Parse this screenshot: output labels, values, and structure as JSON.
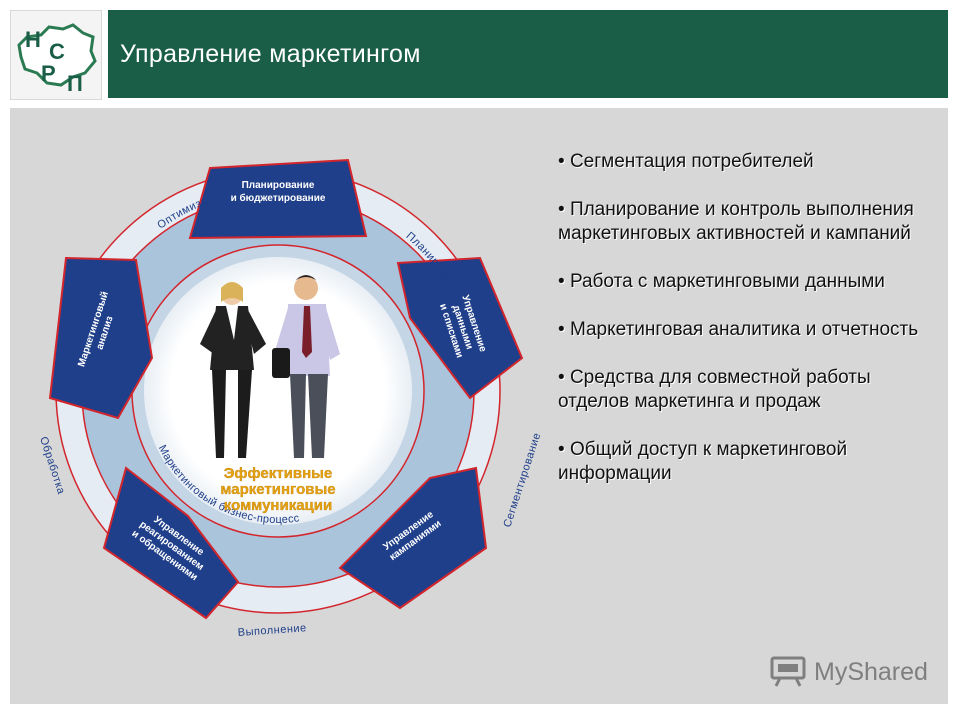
{
  "header": {
    "title": "Управление маркетингом",
    "logo_letters": [
      "Н",
      "С",
      "Р",
      "П"
    ],
    "color": "#1a5e47"
  },
  "diagram": {
    "center_text": [
      "Эффективные",
      "маркетинговые",
      "коммуникации"
    ],
    "inner_ring_label": "Маркетинговый бизнес-процесс",
    "segments": [
      {
        "label": [
          "Планирование",
          "и бюджетирование"
        ]
      },
      {
        "label": [
          "Управление",
          "данными",
          "и списками"
        ]
      },
      {
        "label": [
          "Управление",
          "кампаниями"
        ]
      },
      {
        "label": [
          "Управление",
          "реагированием",
          "и обращениями"
        ]
      },
      {
        "label": [
          "Маркетинговый",
          "анализ"
        ]
      }
    ],
    "outer_ring_labels": [
      "Оптимизация",
      "Планирование",
      "Сегментирование",
      "Выполнение",
      "Обработка"
    ],
    "colors": {
      "segment": "#1f3f8a",
      "ring": "#aac4dc",
      "outline": "#d3252c",
      "center_text": "#e8a20f"
    }
  },
  "bullets": [
    "Сегментация потребителей",
    "Планирование и контроль выполнения маркетинговых активностей и кампаний",
    "Работа с маркетинговыми данными",
    "Маркетинговая аналитика и отчетность",
    "Средства для совместной работы отделов маркетинга и продаж",
    "Общий доступ к маркетинговой информации"
  ],
  "watermark": {
    "text": "MyShared",
    "icon": "projector-icon"
  }
}
